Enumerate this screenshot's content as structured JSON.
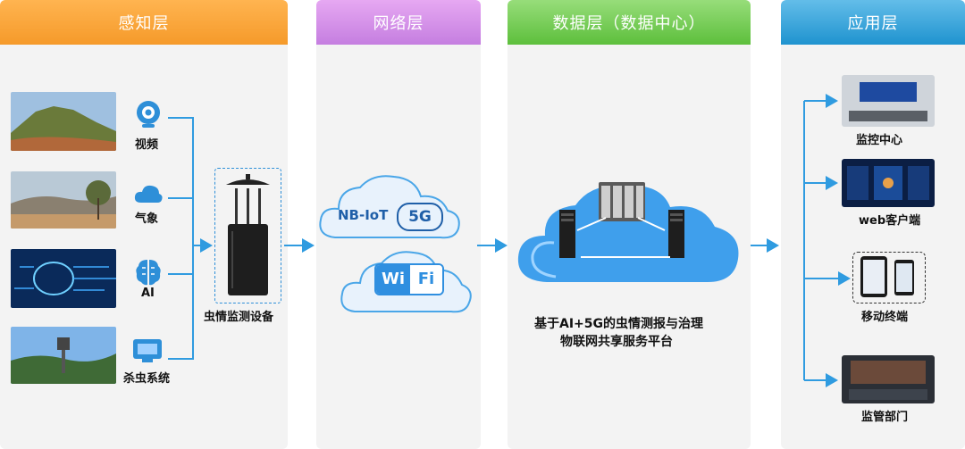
{
  "columns": [
    {
      "title": "感知层"
    },
    {
      "title": "网络层"
    },
    {
      "title": "数据层（数据中心）"
    },
    {
      "title": "应用层"
    }
  ],
  "perception": {
    "items": [
      {
        "label": "视频",
        "icon": "camera-icon"
      },
      {
        "label": "气象",
        "icon": "weather-cloud-icon"
      },
      {
        "label": "AI",
        "icon": "ai-brain-icon"
      },
      {
        "label": "杀虫系统",
        "icon": "insecticide-system-icon"
      }
    ],
    "device_label": "虫情监测设备"
  },
  "network": {
    "nbiot_text": "NB-IoT",
    "fiveg_text": "5G",
    "wifi_wi": "Wi",
    "wifi_fi": "Fi"
  },
  "datacenter": {
    "caption_line1": "基于AI+5G的虫情测报与治理",
    "caption_line2": "物联网共享服务平台"
  },
  "application": {
    "items": [
      {
        "label": "监控中心"
      },
      {
        "label": "web客户端"
      },
      {
        "label": "移动终端"
      },
      {
        "label": "监管部门"
      }
    ]
  },
  "colors": {
    "arrow": "#2f9be0",
    "icon_blue": "#2e8fd8",
    "cloud": "#e8f2fc",
    "cloud_stroke": "#4aa6e8"
  }
}
